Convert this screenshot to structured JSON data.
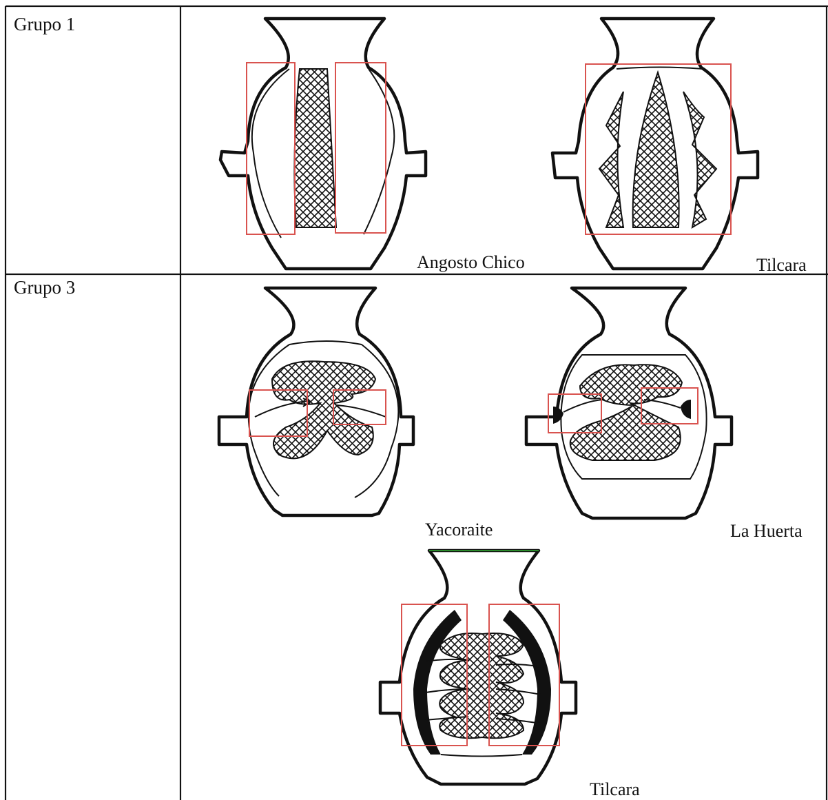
{
  "table": {
    "rows": [
      {
        "group_label": "Grupo 1",
        "vessels": [
          {
            "caption": "Angosto Chico"
          },
          {
            "caption": "Tilcara"
          }
        ]
      },
      {
        "group_label": "Grupo 3",
        "vessels": [
          {
            "caption": "Yacoraite"
          },
          {
            "caption": "La Huerta"
          },
          {
            "caption": "Tilcara"
          }
        ]
      }
    ]
  },
  "colors": {
    "ink": "#111111",
    "highlight_box": "#d9534f",
    "grid_line": "#111111",
    "background": "#ffffff"
  }
}
